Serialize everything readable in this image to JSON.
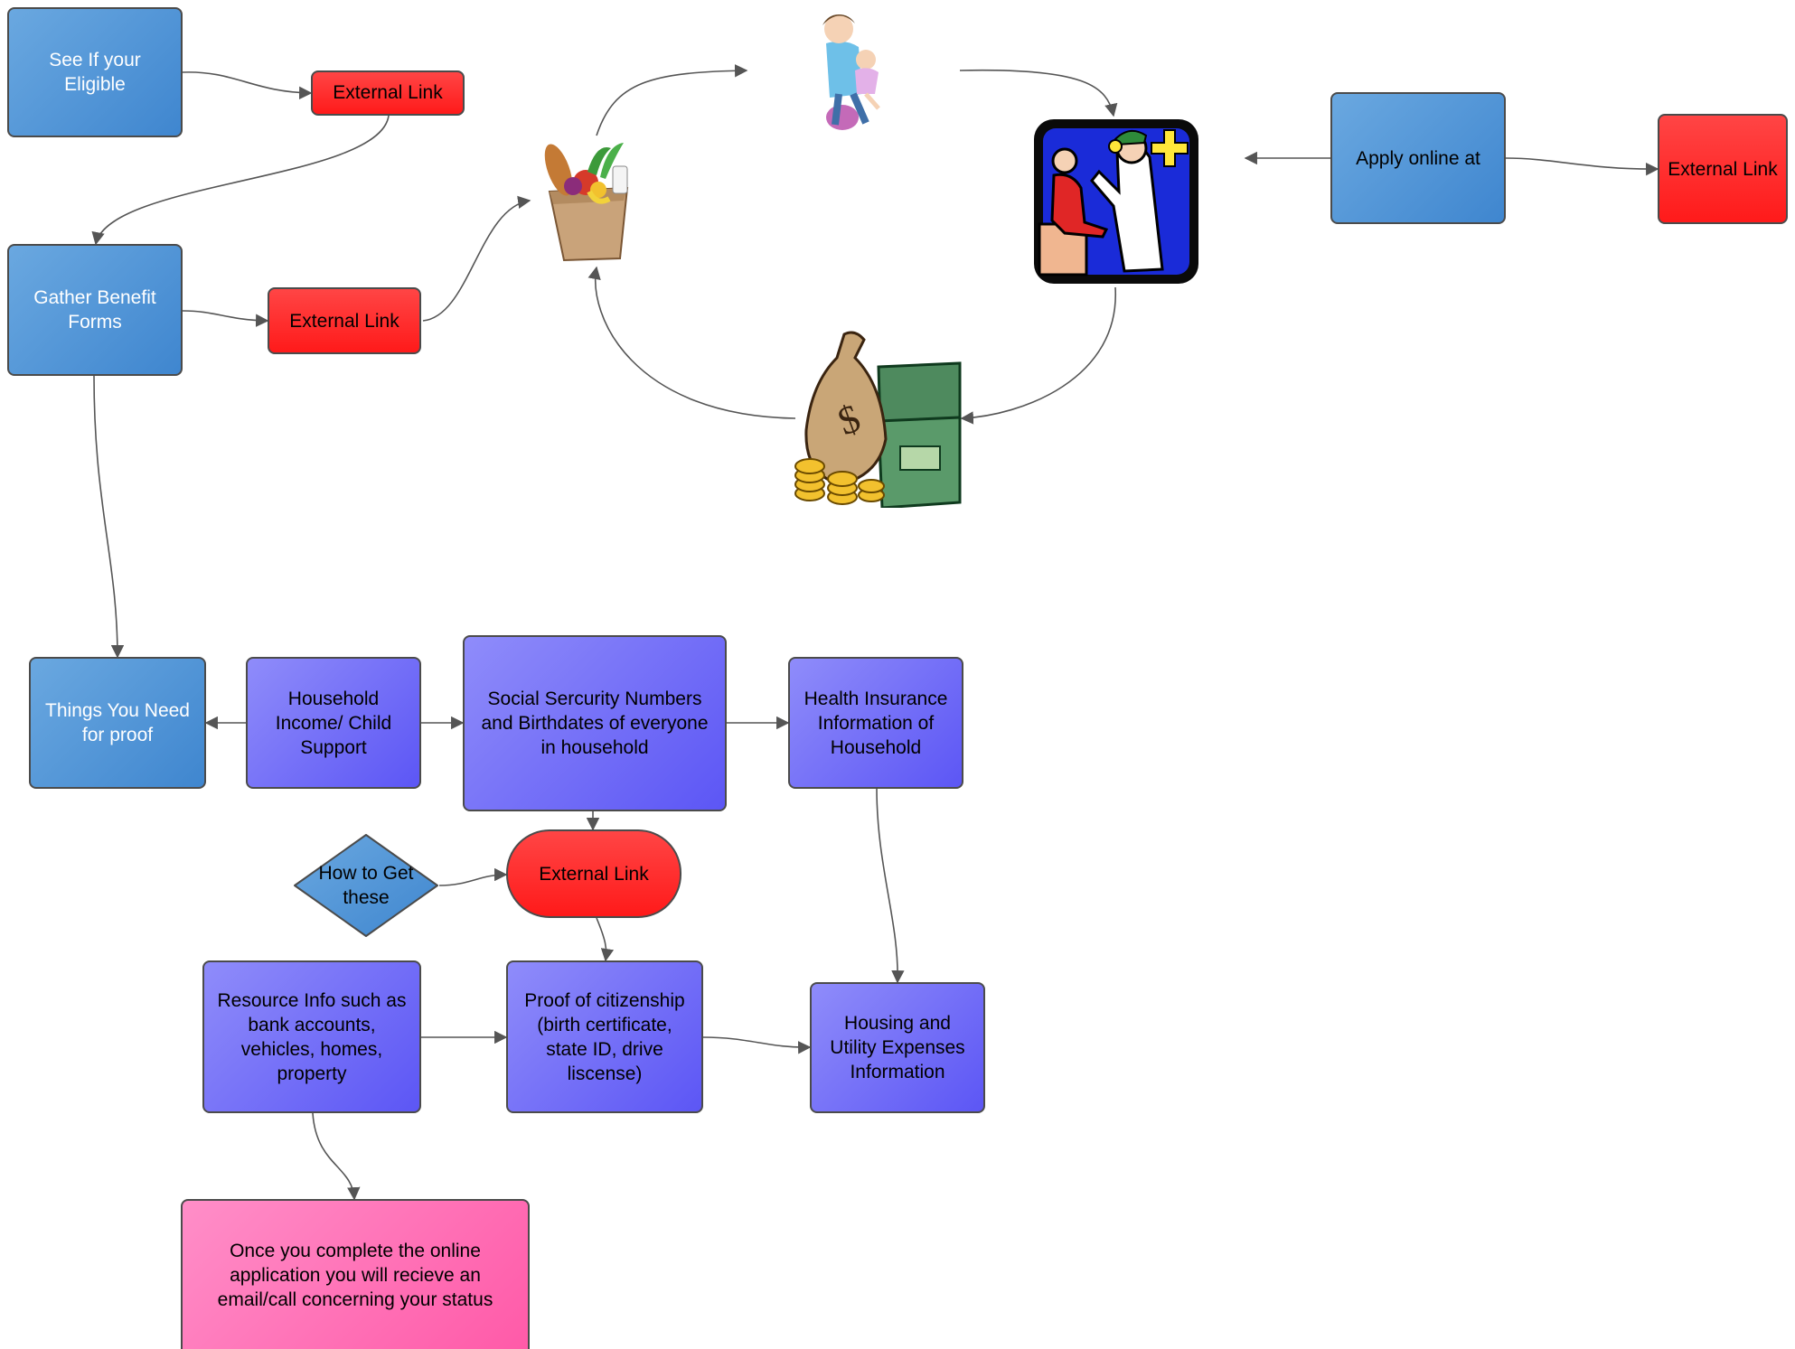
{
  "nodes": {
    "see_if_eligible": "See If your Eligible",
    "external_link_1": "External Link",
    "gather_forms": "Gather Benefit Forms",
    "external_link_2": "External Link",
    "apply_online": "Apply online at",
    "external_link_3": "External Link",
    "things_you_need": "Things You Need  for proof",
    "household_income": "Household Income/ Child Support",
    "social_security": "Social Sercurity Numbers and Birthdates of everyone in household",
    "health_insurance": "Health Insurance Information of Household",
    "how_to_get": "How to Get these",
    "external_link_4": "External Link",
    "resource_info": "Resource Info such as bank accounts, vehicles, homes, property",
    "proof_citizenship": "Proof of citizenship (birth certificate, state ID, drive liscense)",
    "housing_utility": "Housing and Utility Expenses Information",
    "complete_application": "Once you complete the online application you will recieve an email/call concerning your status"
  },
  "pictures": {
    "groceries": "grocery-bag-icon",
    "mother_child": "mother-and-baby-icon",
    "doctor": "doctor-examining-child-icon",
    "money": "money-bag-and-cash-icon"
  },
  "colors": {
    "blue": "#4a90d9",
    "red": "#ff2020",
    "purple": "#6b66f7",
    "pink": "#ff70b8",
    "connector": "#555555"
  }
}
